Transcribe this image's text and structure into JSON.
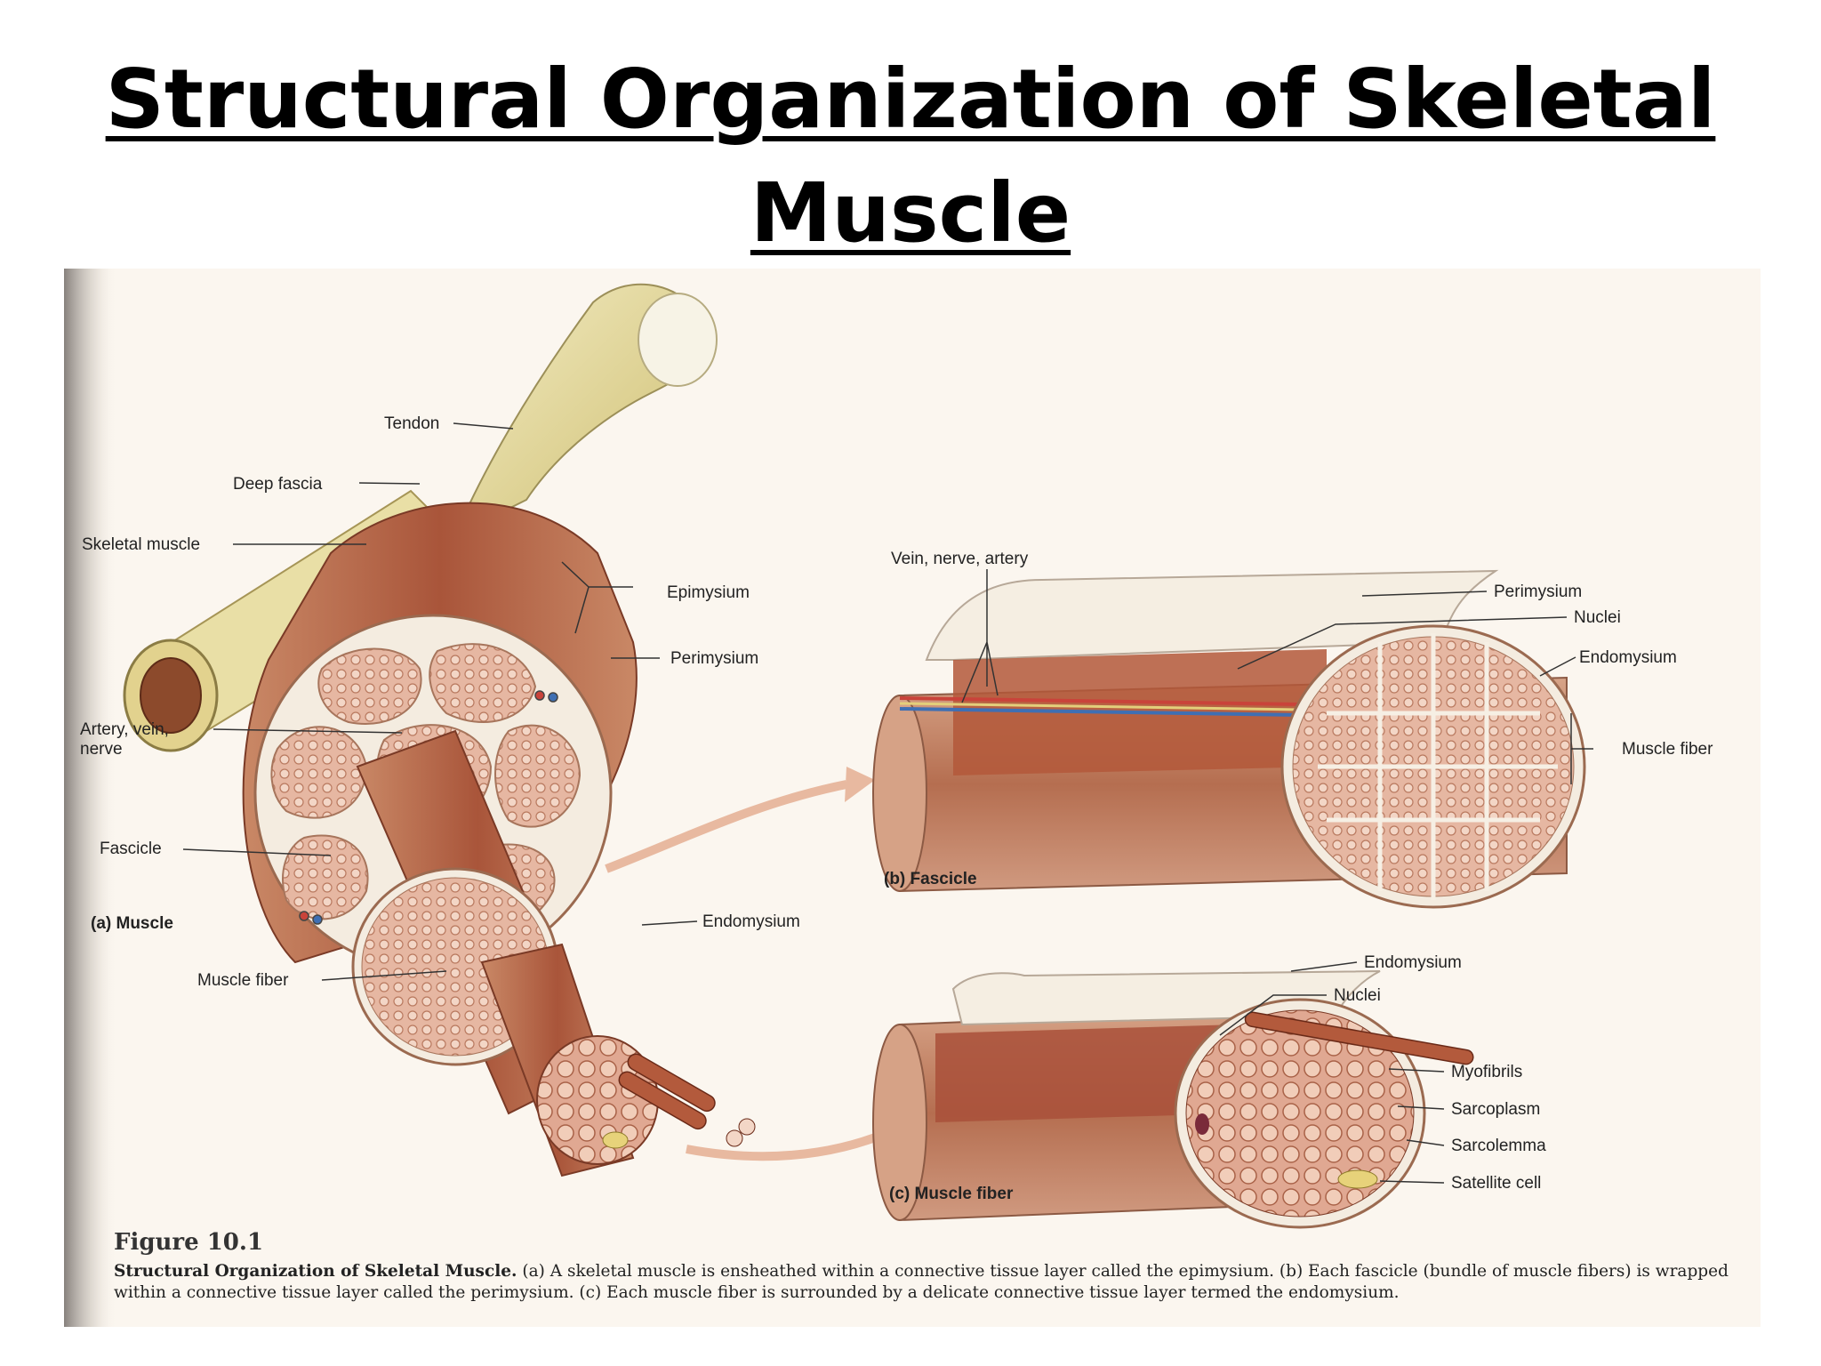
{
  "title": {
    "line1": "Structural Organization of Skeletal",
    "line2": "Muscle"
  },
  "figure": {
    "labels_a": {
      "tendon": "Tendon",
      "deep_fascia": "Deep fascia",
      "skeletal_muscle": "Skeletal muscle",
      "epimysium": "Epimysium",
      "perimysium": "Perimysium",
      "artery_vein_nerve_1": "Artery, vein,",
      "artery_vein_nerve_2": "nerve",
      "fascicle": "Fascicle",
      "endomysium": "Endomysium",
      "muscle_fiber": "Muscle fiber",
      "panel": "(a) Muscle"
    },
    "labels_b": {
      "vein_nerve_artery": "Vein, nerve, artery",
      "perimysium": "Perimysium",
      "nuclei": "Nuclei",
      "endomysium": "Endomysium",
      "muscle_fiber": "Muscle fiber",
      "panel": "(b) Fascicle"
    },
    "labels_c": {
      "endomysium": "Endomysium",
      "nuclei": "Nuclei",
      "myofibrils": "Myofibrils",
      "sarcoplasm": "Sarcoplasm",
      "sarcolemma": "Sarcolemma",
      "satellite_cell": "Satellite cell",
      "panel": "(c) Muscle fiber"
    },
    "caption": {
      "number": "Figure 10.1",
      "bold_title": "Structural Organization of Skeletal Muscle.",
      "text": "(a) A skeletal muscle is ensheathed within a connective tissue layer called the epimysium. (b) Each fascicle (bundle of muscle fibers) is wrapped within a connective tissue layer called the perimysium. (c) Each muscle fiber is surrounded by a delicate connective tissue layer termed the endomysium."
    }
  },
  "colors": {
    "muscle": "#b8674a",
    "muscle_dark": "#8c3f2a",
    "tendon": "#e8dca0",
    "fiber_fill": "#e9b8a4",
    "connective": "#f4ece0"
  }
}
